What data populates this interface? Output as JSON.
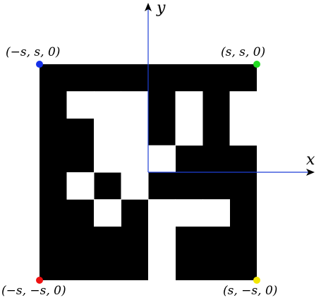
{
  "marker": {
    "background_color": "#000000",
    "cell_color": "#ffffff",
    "grid_size": 8,
    "white_cells": [
      [
        1,
        1
      ],
      [
        1,
        2
      ],
      [
        1,
        3
      ],
      [
        1,
        5
      ],
      [
        1,
        7
      ],
      [
        2,
        2
      ],
      [
        2,
        3
      ],
      [
        2,
        5
      ],
      [
        2,
        7
      ],
      [
        3,
        2
      ],
      [
        3,
        3
      ],
      [
        3,
        4
      ],
      [
        4,
        1
      ],
      [
        4,
        3
      ],
      [
        5,
        2
      ],
      [
        5,
        4
      ],
      [
        5,
        5
      ],
      [
        5,
        6
      ],
      [
        6,
        4
      ],
      [
        7,
        4
      ]
    ]
  },
  "axes": {
    "color": "#1f3fd6",
    "x_label": "x",
    "y_label": "y"
  },
  "corners": {
    "top_left": {
      "label": "(−s, s, 0)",
      "color": "#1530e8"
    },
    "top_right": {
      "label": "(s, s, 0)",
      "color": "#22dd22"
    },
    "bottom_left": {
      "label": "(−s, −s, 0)",
      "color": "#ee1111"
    },
    "bottom_right": {
      "label": "(s, −s, 0)",
      "color": "#f2e600"
    }
  }
}
